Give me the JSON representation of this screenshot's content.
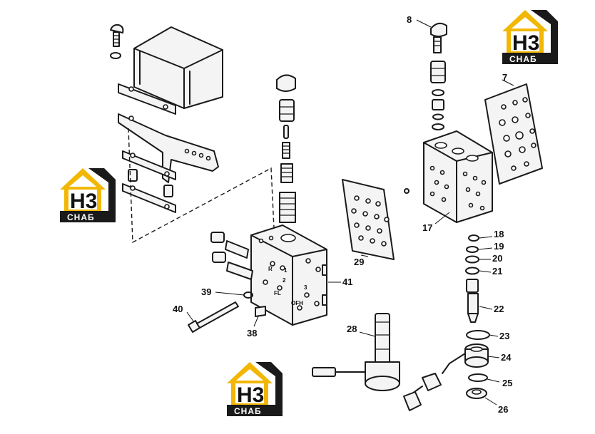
{
  "callouts": [
    {
      "id": "p8",
      "label": "8"
    },
    {
      "id": "p7",
      "label": "7"
    },
    {
      "id": "p17",
      "label": "17"
    },
    {
      "id": "p18",
      "label": "18"
    },
    {
      "id": "p19",
      "label": "19"
    },
    {
      "id": "p20",
      "label": "20"
    },
    {
      "id": "p21",
      "label": "21"
    },
    {
      "id": "p22",
      "label": "22"
    },
    {
      "id": "p23",
      "label": "23"
    },
    {
      "id": "p24",
      "label": "24"
    },
    {
      "id": "p25",
      "label": "25"
    },
    {
      "id": "p26",
      "label": "26"
    },
    {
      "id": "p28",
      "label": "28"
    },
    {
      "id": "p29",
      "label": "29"
    },
    {
      "id": "p41",
      "label": "41"
    },
    {
      "id": "p39",
      "label": "39"
    },
    {
      "id": "p40",
      "label": "40"
    },
    {
      "id": "p38",
      "label": "38"
    }
  ],
  "valve_body_marks": {
    "r": "R",
    "one": "1",
    "two": "2",
    "three": "3",
    "fl": "FL",
    "ofh": "OFH"
  },
  "watermark": {
    "letters": "H3",
    "subtitle": "СНАБ",
    "accent_color": "#f2b705",
    "dark_color": "#1a1a1a"
  }
}
